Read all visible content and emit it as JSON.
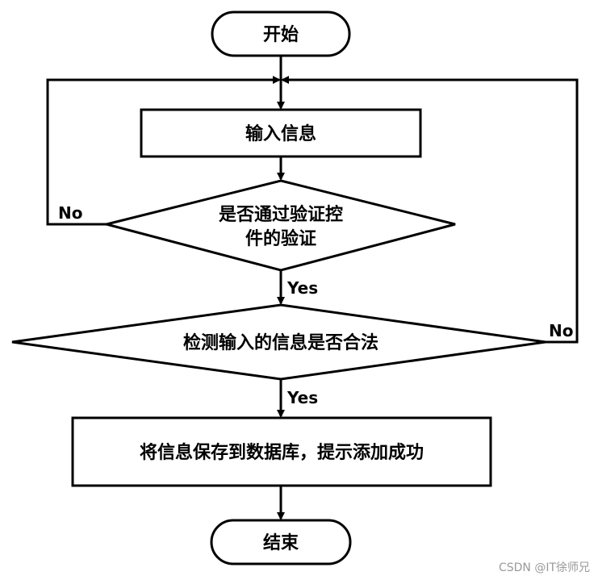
{
  "nodes": {
    "start": "开始",
    "input": "输入信息",
    "check_control_line1": "是否通过验证控",
    "check_control_line2": "件的验证",
    "check_legal": "检测输入的信息是否合法",
    "save": "将信息保存到数据库，提示添加成功",
    "end": "结束"
  },
  "edges": {
    "no_left": "No",
    "yes_1": "Yes",
    "no_right": "No",
    "yes_2": "Yes"
  },
  "watermark": "CSDN @IT徐师兄"
}
